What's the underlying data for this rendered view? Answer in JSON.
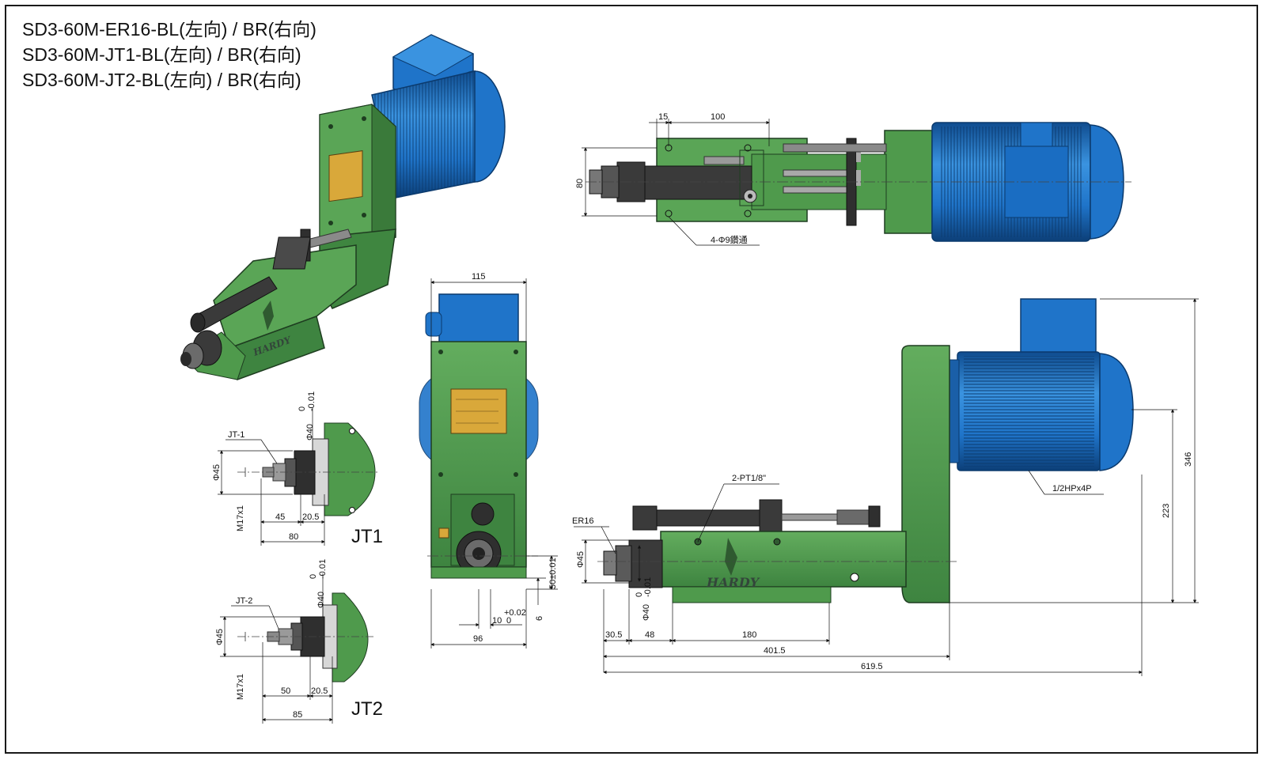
{
  "titles": [
    "SD3-60M-ER16-BL(左向) / BR(右向)",
    "SD3-60M-JT1-BL(左向) / BR(右向)",
    "SD3-60M-JT2-BL(左向) / BR(右向)"
  ],
  "brand": "HARDY",
  "colors": {
    "body": "#4f9a4c",
    "body_dark": "#2f6b32",
    "motor": "#1f74c9",
    "motor_dark": "#0f4c8f",
    "plate": "#d9a83a",
    "steel": "#3a3a3a"
  },
  "top_view": {
    "d15": "15",
    "d100": "100",
    "d80": "80",
    "holes": "4-Φ9鑽通"
  },
  "front_view": {
    "d115": "115",
    "d50": "50±0.01",
    "d10": "10",
    "tol_plus": "+0.02",
    "tol_zero": "0",
    "d6": "6",
    "d96": "96"
  },
  "side_view": {
    "pt": "2-PT1/8\"",
    "er16": "ER16",
    "d45": "Φ45",
    "d40": "Φ40",
    "tol_a": "0",
    "tol_b": "-0.01",
    "hp": "1/2HPx4P",
    "d346": "346",
    "d223": "223",
    "d30_5": "30.5",
    "d48": "48",
    "d180": "180",
    "d401_5": "401.5",
    "d619_5": "619.5"
  },
  "jt1": {
    "name": "JT1",
    "tag": "JT-1",
    "d45": "Φ45",
    "d40": "Φ40",
    "tol_a": "0",
    "tol_b": "-0.01",
    "thread": "M17x1",
    "l45": "45",
    "l20_5": "20.5",
    "l80": "80"
  },
  "jt2": {
    "name": "JT2",
    "tag": "JT-2",
    "d45": "Φ45",
    "d40": "Φ40",
    "tol_a": "0",
    "tol_b": "-0.01",
    "thread": "M17x1",
    "l50": "50",
    "l20_5": "20.5",
    "l85": "85"
  }
}
